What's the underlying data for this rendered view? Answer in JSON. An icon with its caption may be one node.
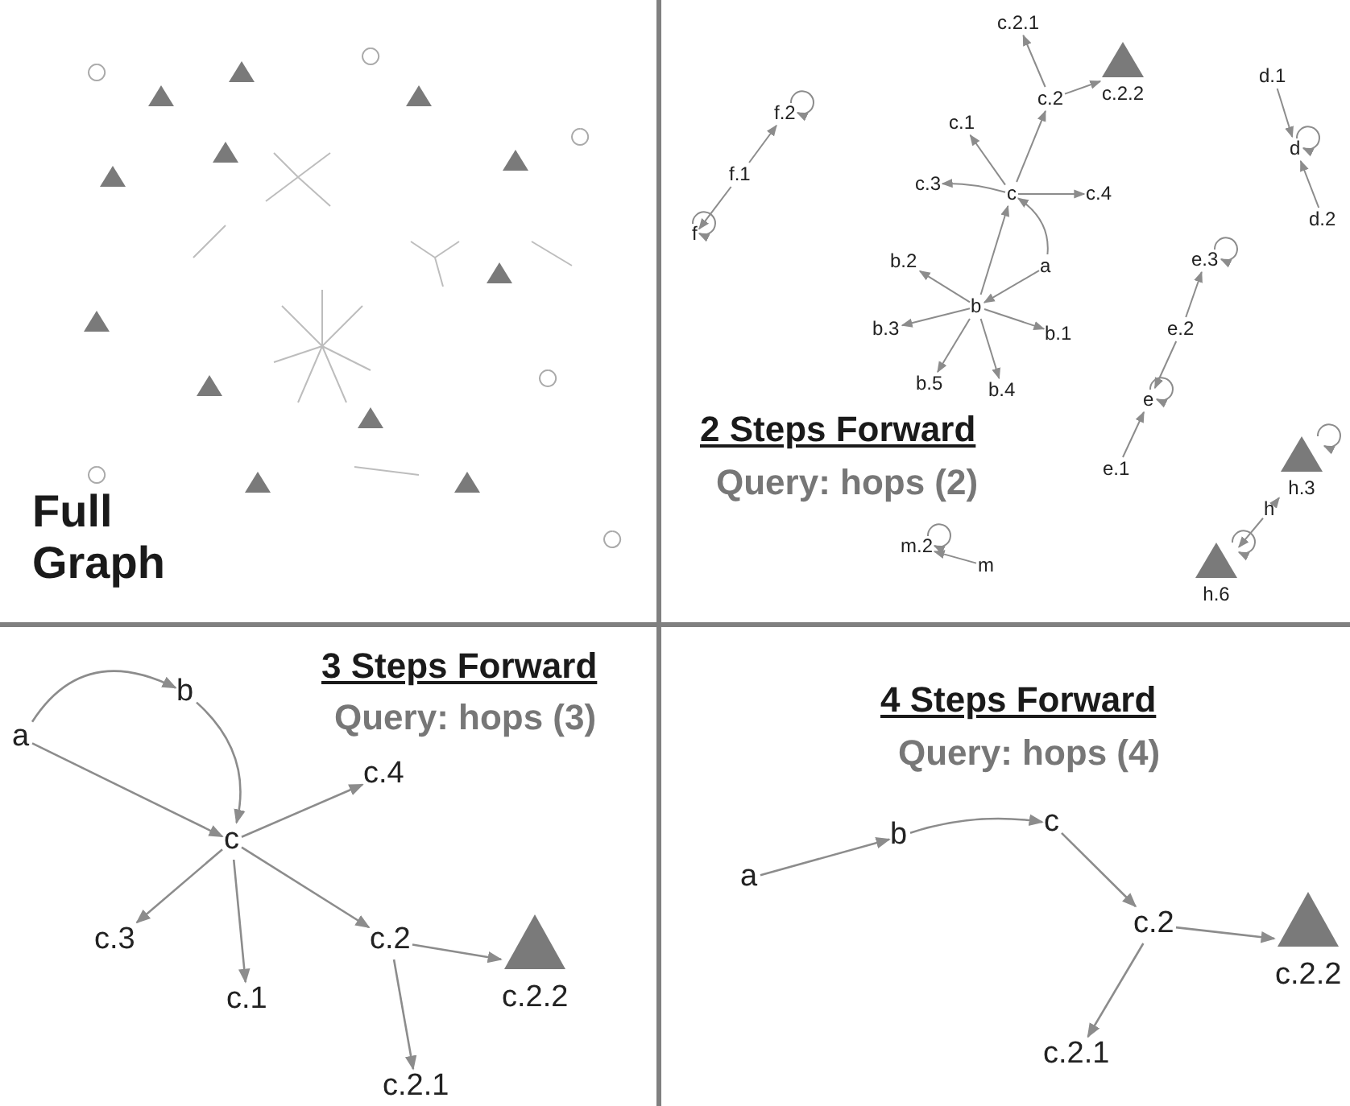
{
  "diagram": {
    "nodes": [
      {
        "text": [
          "c.2.1"
        ]
      },
      {
        "text": [
          "c.2.2"
        ]
      },
      {
        "text": [
          "c.2"
        ]
      },
      {
        "text": [
          "c.1"
        ]
      },
      {
        "text": [
          "c.3"
        ]
      },
      {
        "text": [
          "c"
        ]
      },
      {
        "text": [
          "c.4"
        ]
      },
      {
        "text": [
          "f.2"
        ]
      },
      {
        "text": [
          "f.1"
        ]
      },
      {
        "text": [
          "f"
        ]
      },
      {
        "text": [
          "d.1"
        ]
      },
      {
        "text": [
          "d"
        ]
      },
      {
        "text": [
          "d.2"
        ]
      },
      {
        "text": [
          "b.2"
        ]
      },
      {
        "text": [
          "a"
        ]
      },
      {
        "text": [
          "b"
        ]
      },
      {
        "text": [
          "b.3"
        ]
      },
      {
        "text": [
          "b.1"
        ]
      },
      {
        "text": [
          "b.5"
        ]
      },
      {
        "text": [
          "b.4"
        ]
      },
      {
        "text": [
          "e.3"
        ]
      },
      {
        "text": [
          "e.2"
        ]
      },
      {
        "text": [
          "e"
        ]
      },
      {
        "text": [
          "e.1"
        ]
      },
      {
        "text": [
          "h.3"
        ]
      },
      {
        "text": [
          "h"
        ]
      },
      {
        "text": [
          "h.6"
        ]
      },
      {
        "text": [
          "m.2"
        ]
      },
      {
        "text": [
          "m"
        ]
      },
      {
        "text": [
          "b"
        ]
      },
      {
        "text": [
          "a"
        ]
      },
      {
        "text": [
          "c.4"
        ]
      },
      {
        "text": [
          "c"
        ]
      },
      {
        "text": [
          "c.3"
        ]
      },
      {
        "text": [
          "c.2"
        ]
      },
      {
        "text": [
          "c.2.2"
        ]
      },
      {
        "text": [
          "c.1"
        ]
      },
      {
        "text": [
          "c.2.1"
        ]
      },
      {
        "text": [
          "c"
        ]
      },
      {
        "text": [
          "b"
        ]
      },
      {
        "text": [
          "a"
        ]
      },
      {
        "text": [
          "c.2"
        ]
      },
      {
        "text": [
          "c.2.2"
        ]
      },
      {
        "text": [
          "c.2.1"
        ]
      }
    ],
    "edges": [
      {
        "from": 2,
        "to": 0,
        "arrow": "to"
      },
      {
        "from": 2,
        "to": 1,
        "arrow": "to"
      },
      {
        "from": 5,
        "to": 2,
        "arrow": "to"
      },
      {
        "from": 5,
        "to": 3,
        "arrow": "to"
      },
      {
        "from": 5,
        "to": 4,
        "arrow": "to"
      },
      {
        "from": 5,
        "to": 6,
        "arrow": "to"
      },
      {
        "from": 15,
        "to": 5,
        "arrow": "to"
      },
      {
        "from": 14,
        "to": 5,
        "arrow": "to"
      },
      {
        "from": 14,
        "to": 15,
        "arrow": "to"
      },
      {
        "from": 15,
        "to": 13,
        "arrow": "to"
      },
      {
        "from": 15,
        "to": 16,
        "arrow": "to"
      },
      {
        "from": 15,
        "to": 17,
        "arrow": "to"
      },
      {
        "from": 15,
        "to": 18,
        "arrow": "to"
      },
      {
        "from": 15,
        "to": 19,
        "arrow": "to"
      },
      {
        "from": 8,
        "to": 7,
        "arrow": "to"
      },
      {
        "from": 8,
        "to": 9,
        "arrow": "to"
      },
      {
        "from": 7,
        "to": 7,
        "arrow": "to"
      },
      {
        "from": 9,
        "to": 9,
        "arrow": "to"
      },
      {
        "from": 10,
        "to": 11,
        "arrow": "to"
      },
      {
        "from": 12,
        "to": 11,
        "arrow": "to"
      },
      {
        "from": 11,
        "to": 11,
        "arrow": "to"
      },
      {
        "from": 21,
        "to": 20,
        "arrow": "to"
      },
      {
        "from": 21,
        "to": 22,
        "arrow": "to"
      },
      {
        "from": 23,
        "to": 22,
        "arrow": "to"
      },
      {
        "from": 20,
        "to": 20,
        "arrow": "to"
      },
      {
        "from": 22,
        "to": 22,
        "arrow": "to"
      },
      {
        "from": 25,
        "to": 24,
        "arrow": "to"
      },
      {
        "from": 25,
        "to": 26,
        "arrow": "to"
      },
      {
        "from": 24,
        "to": 24,
        "arrow": "to"
      },
      {
        "from": 26,
        "to": 26,
        "arrow": "to"
      },
      {
        "from": 28,
        "to": 27,
        "arrow": "to"
      },
      {
        "from": 27,
        "to": 27,
        "arrow": "to"
      },
      {
        "from": 30,
        "to": 29,
        "arrow": "to"
      },
      {
        "from": 30,
        "to": 32,
        "arrow": "to"
      },
      {
        "from": 29,
        "to": 32,
        "arrow": "to"
      },
      {
        "from": 32,
        "to": 31,
        "arrow": "to"
      },
      {
        "from": 32,
        "to": 33,
        "arrow": "to"
      },
      {
        "from": 32,
        "to": 36,
        "arrow": "to"
      },
      {
        "from": 32,
        "to": 34,
        "arrow": "to"
      },
      {
        "from": 34,
        "to": 35,
        "arrow": "to"
      },
      {
        "from": 34,
        "to": 37,
        "arrow": "to"
      },
      {
        "from": 40,
        "to": 39,
        "arrow": "to"
      },
      {
        "from": 39,
        "to": 38,
        "arrow": "to"
      },
      {
        "from": 38,
        "to": 41,
        "arrow": "to"
      },
      {
        "from": 41,
        "to": 42,
        "arrow": "to"
      },
      {
        "from": 41,
        "to": 43,
        "arrow": "to"
      }
    ],
    "labels": [
      "Full Graph",
      "2 Steps Forward",
      "Query: hops (2)",
      "3 Steps Forward",
      "Query: hops (3)",
      "4 Steps Forward",
      "Query: hops (4)"
    ]
  }
}
